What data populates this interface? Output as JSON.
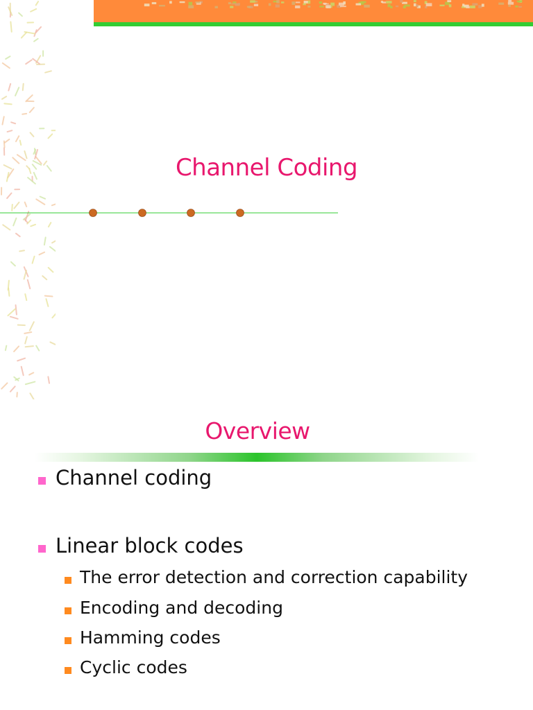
{
  "slide_one": {
    "title": "Channel Coding"
  },
  "slide_two": {
    "title": "Overview",
    "bullets": [
      {
        "label": "Channel coding",
        "level": 1
      },
      {
        "label": "Linear block codes",
        "level": 1
      },
      {
        "label": "The error detection and correction capability",
        "level": 2
      },
      {
        "label": "Encoding and decoding",
        "level": 2
      },
      {
        "label": "Hamming codes",
        "level": 2
      },
      {
        "label": "Cyclic codes",
        "level": 2
      }
    ]
  },
  "colors": {
    "title": "#e8176d",
    "banner": "#ff8a3a",
    "banner_strip": "#33cc33",
    "bullet_level_1": "#ff66cc",
    "bullet_level_2": "#ff8a1f",
    "rule_dot": "#cc6a22"
  },
  "icons": {
    "bullet_level_1": "pink-square-bullet-icon",
    "bullet_level_2": "orange-square-bullet-icon"
  }
}
